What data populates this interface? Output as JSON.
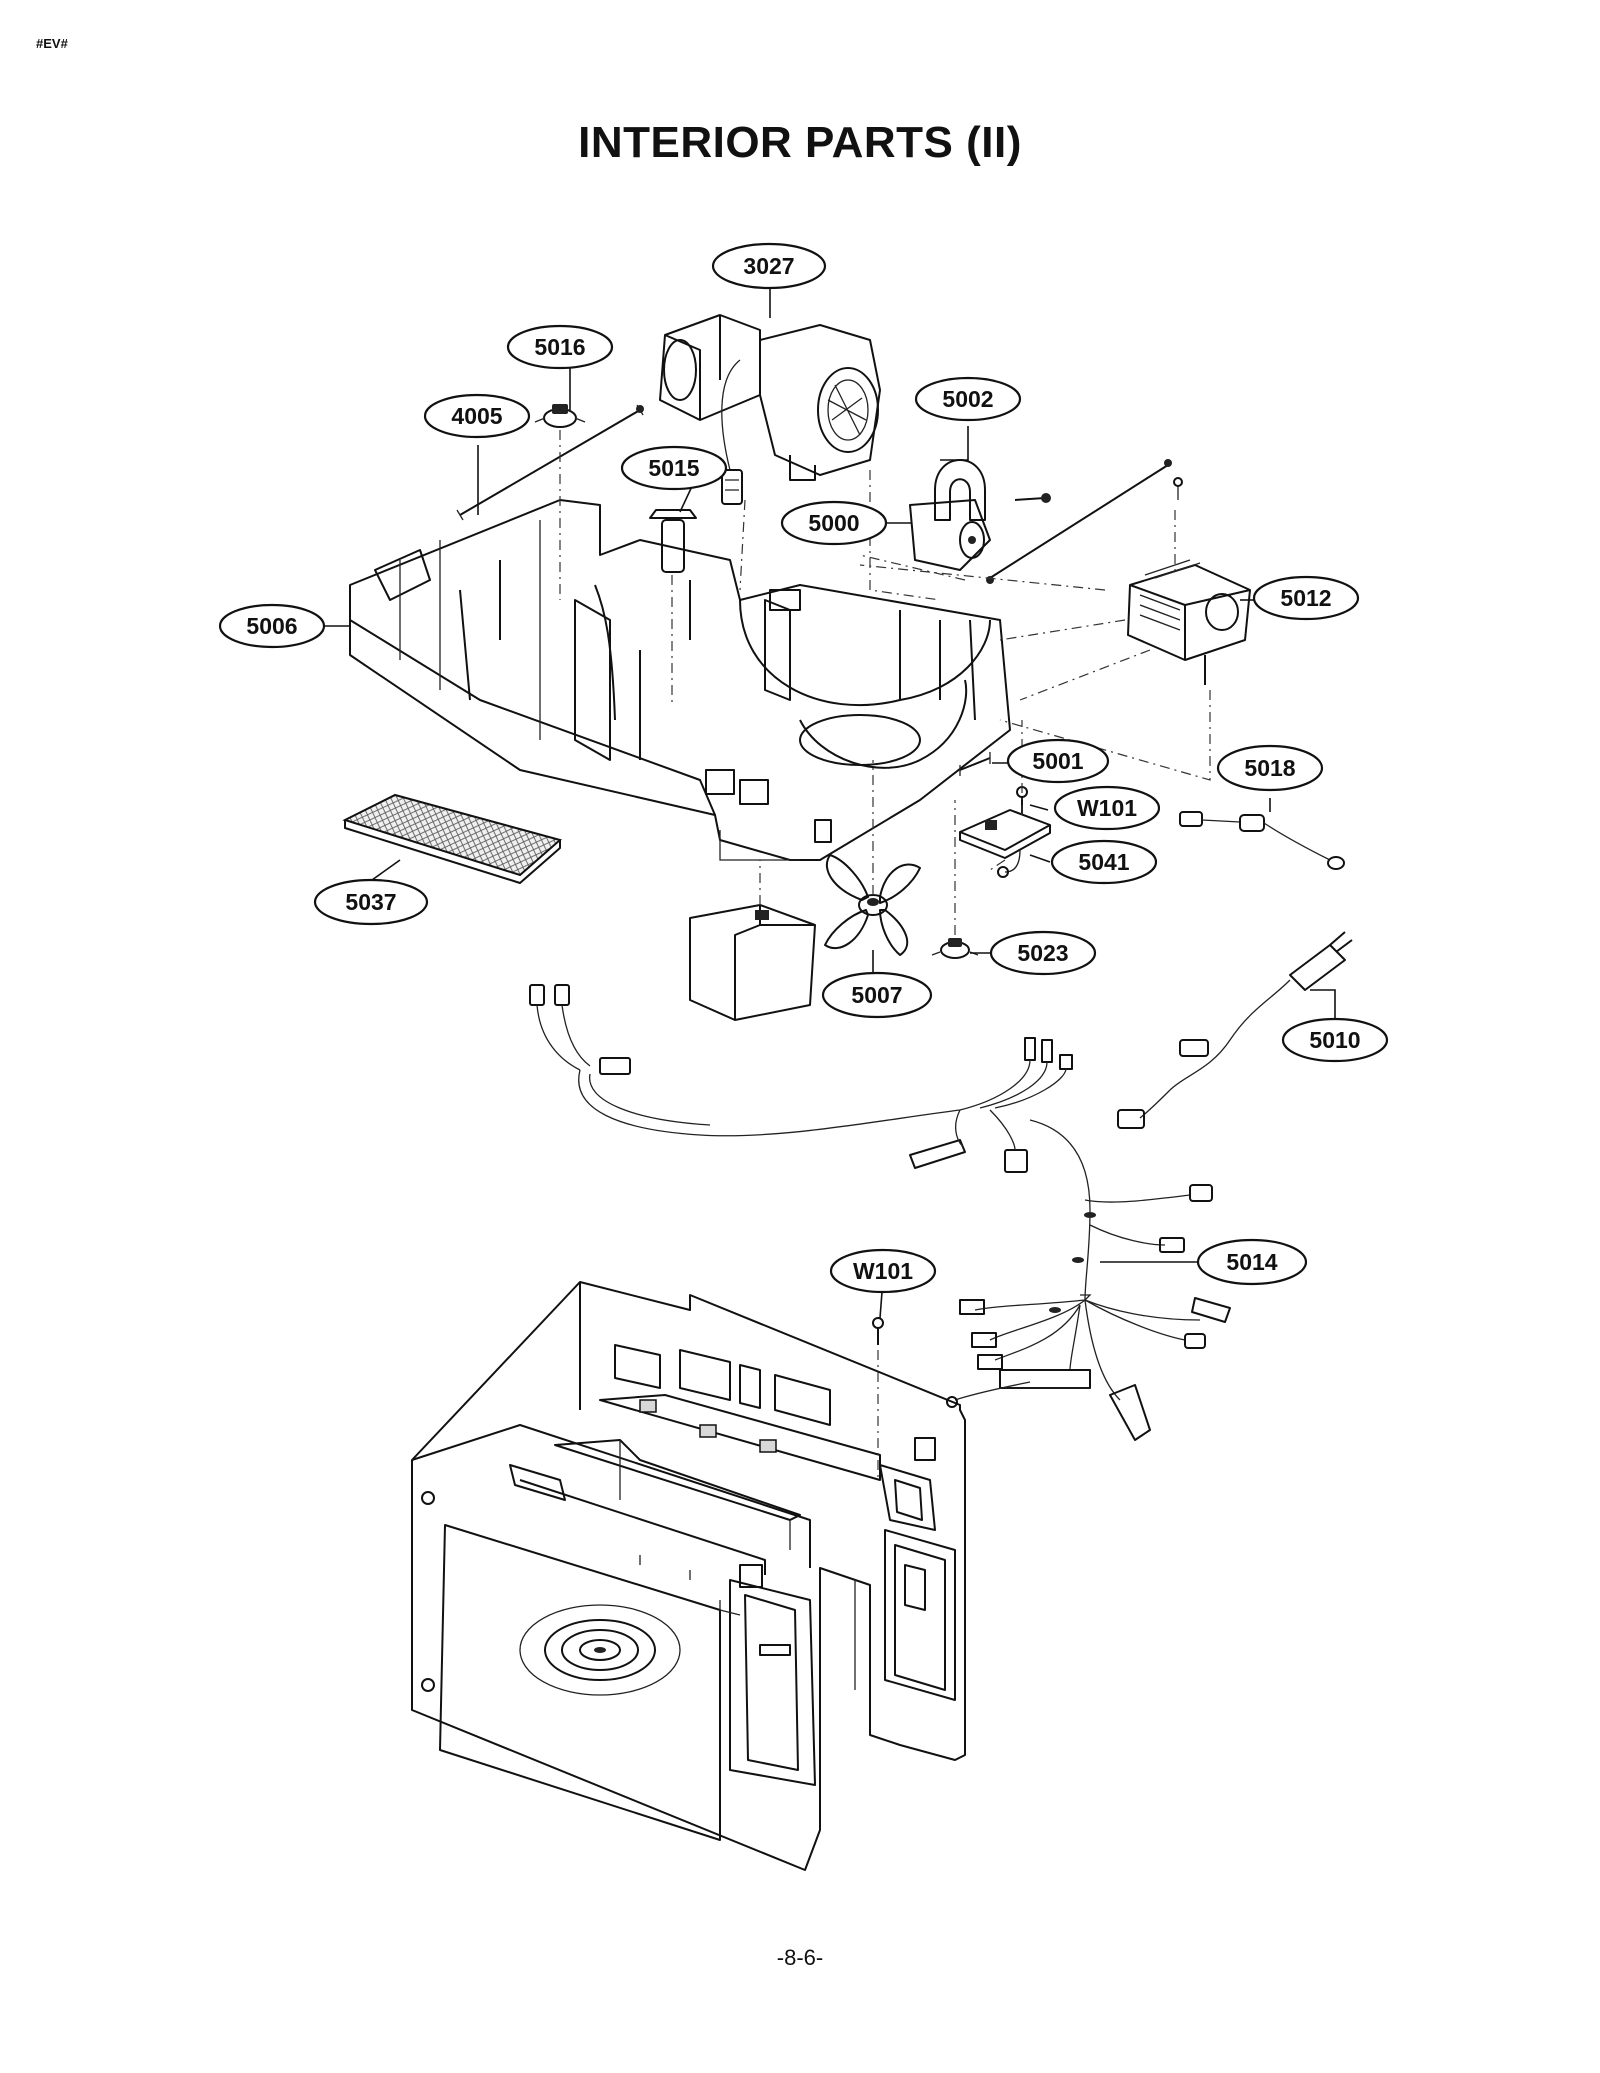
{
  "header": {
    "corner_tag": "#EV#",
    "title": "INTERIOR PARTS (II)"
  },
  "footer": {
    "page_number": "-8-6-"
  },
  "callouts": [
    {
      "key": "c3027",
      "label": "3027"
    },
    {
      "key": "c5016",
      "label": "5016"
    },
    {
      "key": "c4005",
      "label": "4005"
    },
    {
      "key": "c5015",
      "label": "5015"
    },
    {
      "key": "c5002",
      "label": "5002"
    },
    {
      "key": "c5000",
      "label": "5000"
    },
    {
      "key": "c5012",
      "label": "5012"
    },
    {
      "key": "c5006",
      "label": "5006"
    },
    {
      "key": "c5001",
      "label": "5001"
    },
    {
      "key": "c5018",
      "label": "5018"
    },
    {
      "key": "cW101a",
      "label": "W101"
    },
    {
      "key": "c5041",
      "label": "5041"
    },
    {
      "key": "c5037",
      "label": "5037"
    },
    {
      "key": "c5023",
      "label": "5023"
    },
    {
      "key": "c5007",
      "label": "5007"
    },
    {
      "key": "c5010",
      "label": "5010"
    },
    {
      "key": "c5014",
      "label": "5014"
    },
    {
      "key": "cW101b",
      "label": "W101"
    }
  ]
}
